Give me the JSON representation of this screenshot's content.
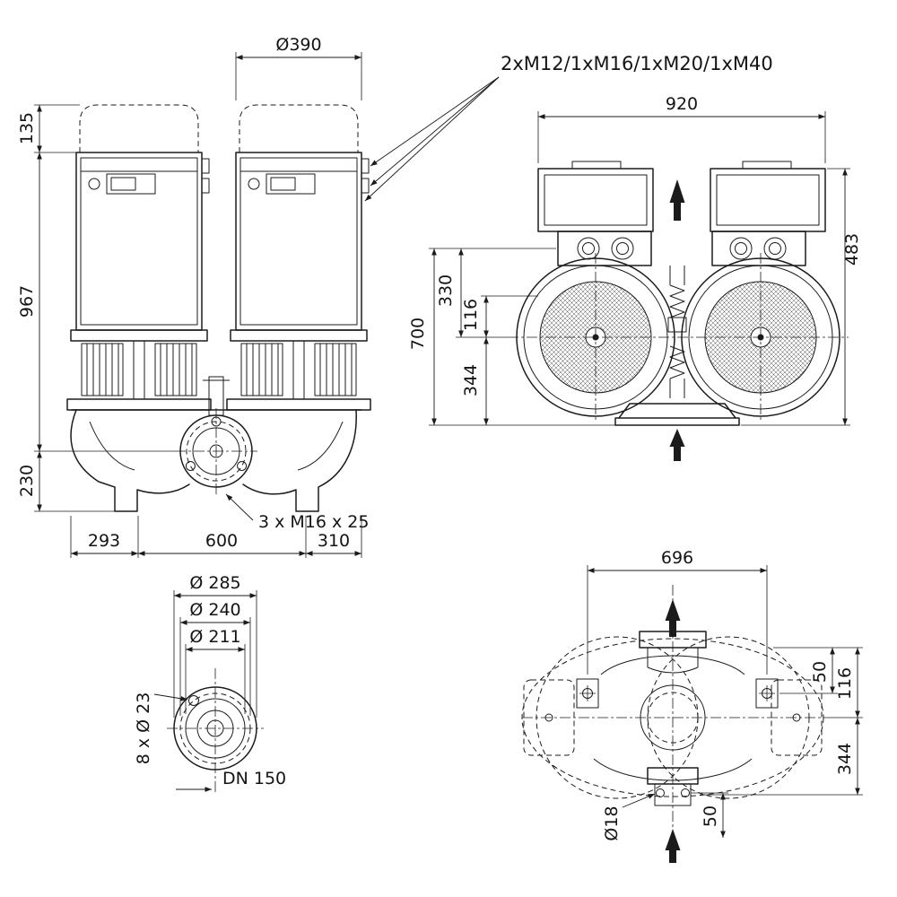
{
  "drawing": {
    "kind": "technical-dimension-drawing",
    "line_color": "#1b1b1b",
    "background": "#ffffff"
  },
  "front_view": {
    "motor_diameter": "Ø390",
    "dim_dome_height": "135",
    "dim_unit_height": "967",
    "dim_base_height": "230",
    "dim_left": "293",
    "dim_center": "600",
    "dim_right": "310",
    "cable_gland_label": "2xM12/1xM16/1xM20/1xM40",
    "flange_bolt_label": "3 x M16 x 25"
  },
  "side_view": {
    "dim_width": "920",
    "dim_height": "483",
    "dim_center_to_gland": "330",
    "dim_116": "116",
    "dim_overall_height": "700",
    "dim_center_to_base": "344"
  },
  "flange_view": {
    "dia_outer": "Ø 285",
    "dia_bolt_circle": "Ø 240",
    "dia_face": "Ø 211",
    "bolt_holes": "8 x Ø 23",
    "nominal_diameter": "DN 150"
  },
  "plan_view": {
    "dim_bolt_span": "696",
    "dim_lug_offset": "50",
    "dim_center_offset": "116",
    "dim_depth": "344",
    "bolt_hole_dia": "Ø18",
    "dim_foot_offset": "50"
  }
}
